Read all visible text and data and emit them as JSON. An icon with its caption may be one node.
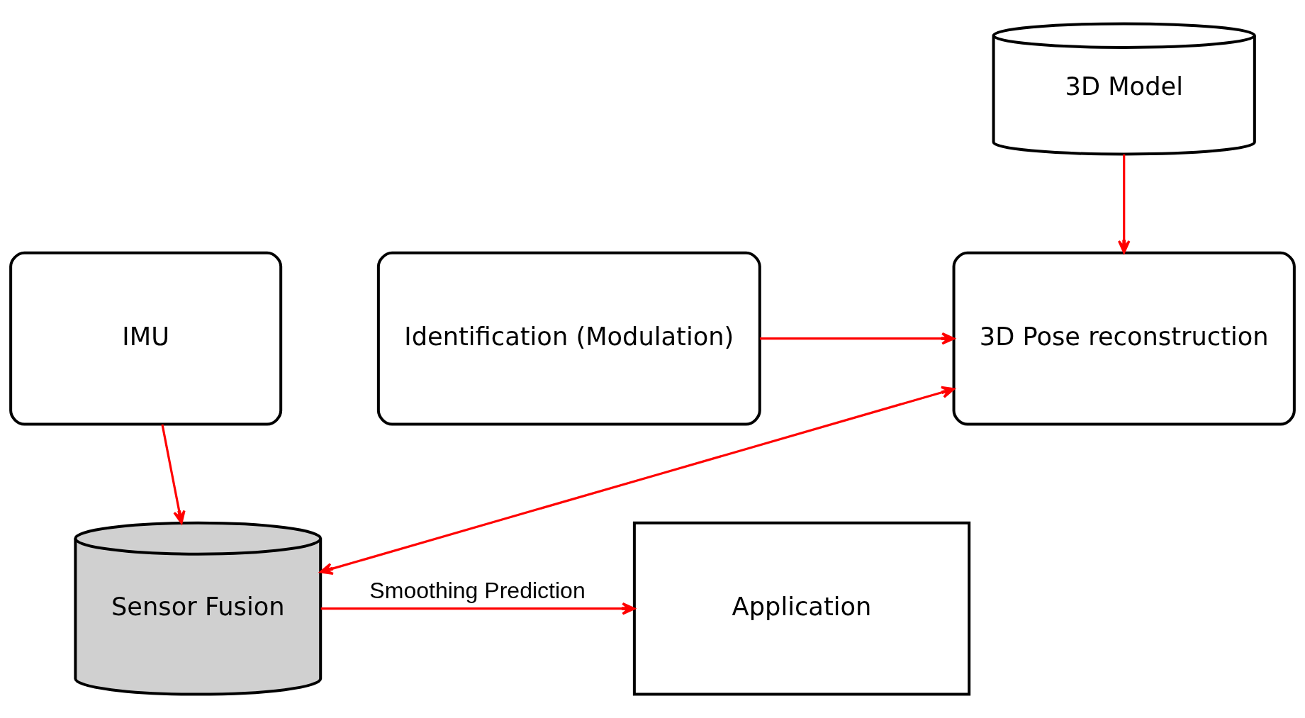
{
  "diagram": {
    "nodes": [
      {
        "text": [
          "3D Model"
        ]
      },
      {
        "text": [
          "Identification (Modulation)"
        ]
      },
      {
        "text": [
          "3D Pose reconstruction"
        ]
      },
      {
        "text": [
          "IMU"
        ]
      },
      {
        "text": [
          "Application"
        ]
      },
      {
        "text": [
          "Sensor Fusion"
        ]
      }
    ],
    "edges": [
      {
        "from": 0,
        "to": 2,
        "arrow": "to"
      },
      {
        "from": 1,
        "to": 2,
        "arrow": "to"
      },
      {
        "from": 2,
        "to": 5,
        "arrow": "both"
      },
      {
        "from": 3,
        "to": 5,
        "arrow": "to"
      },
      {
        "from": 5,
        "to": 4,
        "arrow": "to",
        "label": "Smoothing Prediction"
      }
    ]
  }
}
